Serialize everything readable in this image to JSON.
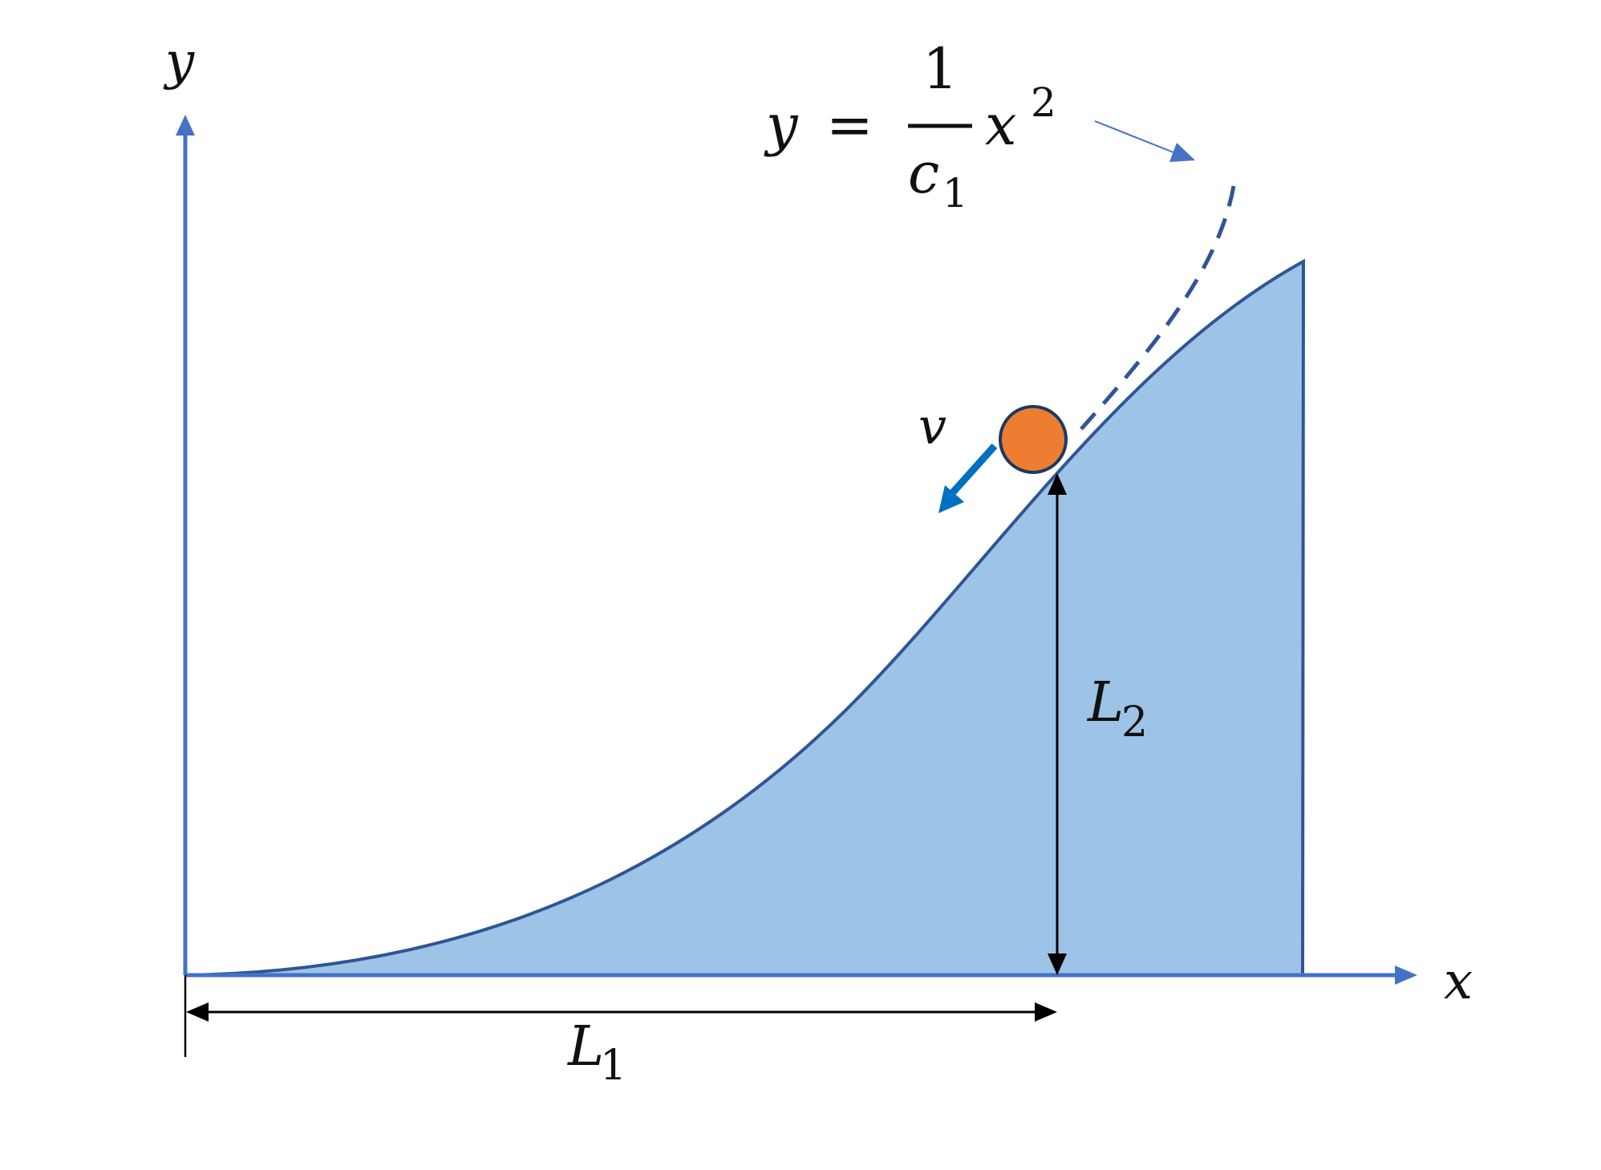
{
  "colors": {
    "axis": "#4472C4",
    "fill": "#9DC3E6",
    "curve": "#2F5597",
    "ball": "#ED7D31",
    "ball_stroke": "#1F3864",
    "velocity": "#0070C0",
    "dimension": "#000000"
  },
  "axes": {
    "x_label": "x",
    "y_label": "y"
  },
  "equation": {
    "lhs": "y",
    "equals": "=",
    "numerator": "1",
    "denominator_symbol": "c",
    "denominator_subscript": "1",
    "variable": "x",
    "exponent": "2"
  },
  "labels": {
    "velocity": "v",
    "l1_symbol": "L",
    "l1_subscript": "1",
    "l2_symbol": "L",
    "l2_subscript": "2"
  }
}
